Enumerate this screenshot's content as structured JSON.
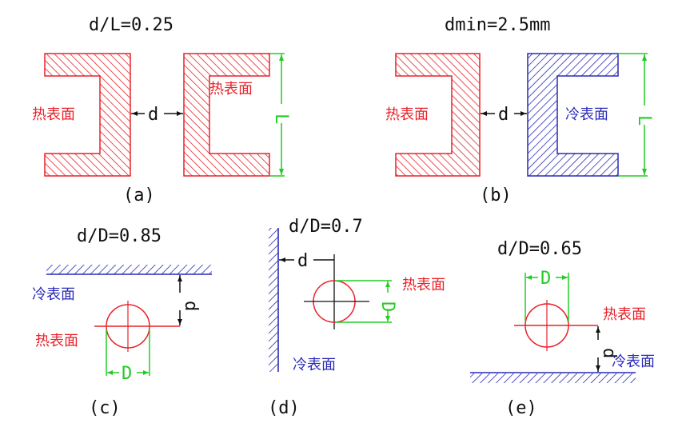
{
  "colors": {
    "hot": "#e8222a",
    "cold": "#2a2ab8",
    "dim": "#22cc22",
    "ink": "#111111"
  },
  "panel_a": {
    "ratio": "d/L=0.25",
    "hot_left": "热表面",
    "hot_right": "热表面",
    "gap": "d",
    "length": "L",
    "caption": "(a)"
  },
  "panel_b": {
    "ratio": "dmin=2.5mm",
    "hot_left": "热表面",
    "cold_right": "冷表面",
    "gap": "d",
    "length": "L",
    "caption": "(b)"
  },
  "panel_c": {
    "ratio": "d/D=0.85",
    "cold": "冷表面",
    "hot": "热表面",
    "gap": "d",
    "diameter": "D",
    "caption": "(c)"
  },
  "panel_d": {
    "ratio": "d/D=0.7",
    "hot": "热表面",
    "cold": "冷表面",
    "gap": "d",
    "diameter": "D",
    "caption": "(d)"
  },
  "panel_e": {
    "ratio": "d/D=0.65",
    "hot": "热表面",
    "cold": "冷表面",
    "gap": "d",
    "diameter": "D",
    "caption": "(e)"
  }
}
